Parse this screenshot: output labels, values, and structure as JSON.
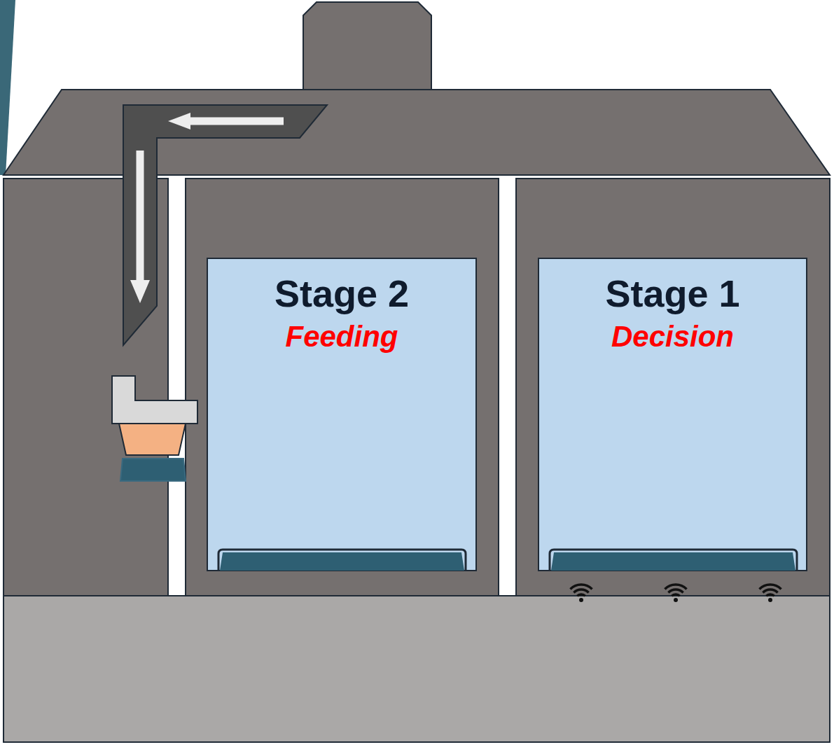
{
  "diagram": {
    "nodes": [
      {
        "text": [
          "Stage 2",
          "Feeding"
        ]
      },
      {
        "text": [
          "Stage 1",
          "Decision"
        ]
      }
    ]
  }
}
